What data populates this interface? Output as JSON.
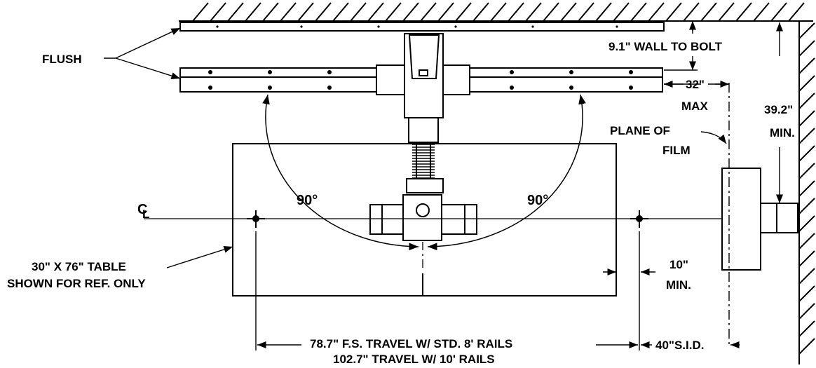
{
  "labels": {
    "flush": "FLUSH",
    "wall_to_bolt": "9.1\" WALL TO BOLT",
    "dim_32": "32\"",
    "max": "MAX",
    "dim_39": "39.2\"",
    "min_right": "MIN.",
    "plane_of": "PLANE OF",
    "film": "FILM",
    "centerline": "C̲L",
    "angle_left": "90°",
    "angle_right": "90°",
    "table_line1": "30\" X 76\" TABLE",
    "table_line2": "SHOWN FOR REF. ONLY",
    "dim_10": "10\"",
    "min_10": "MIN.",
    "travel_std": "78.7\" F.S. TRAVEL W/ STD. 8' RAILS",
    "travel_10": "102.7\" TRAVEL W/ 10' RAILS",
    "sid": "40\"S.I.D."
  }
}
